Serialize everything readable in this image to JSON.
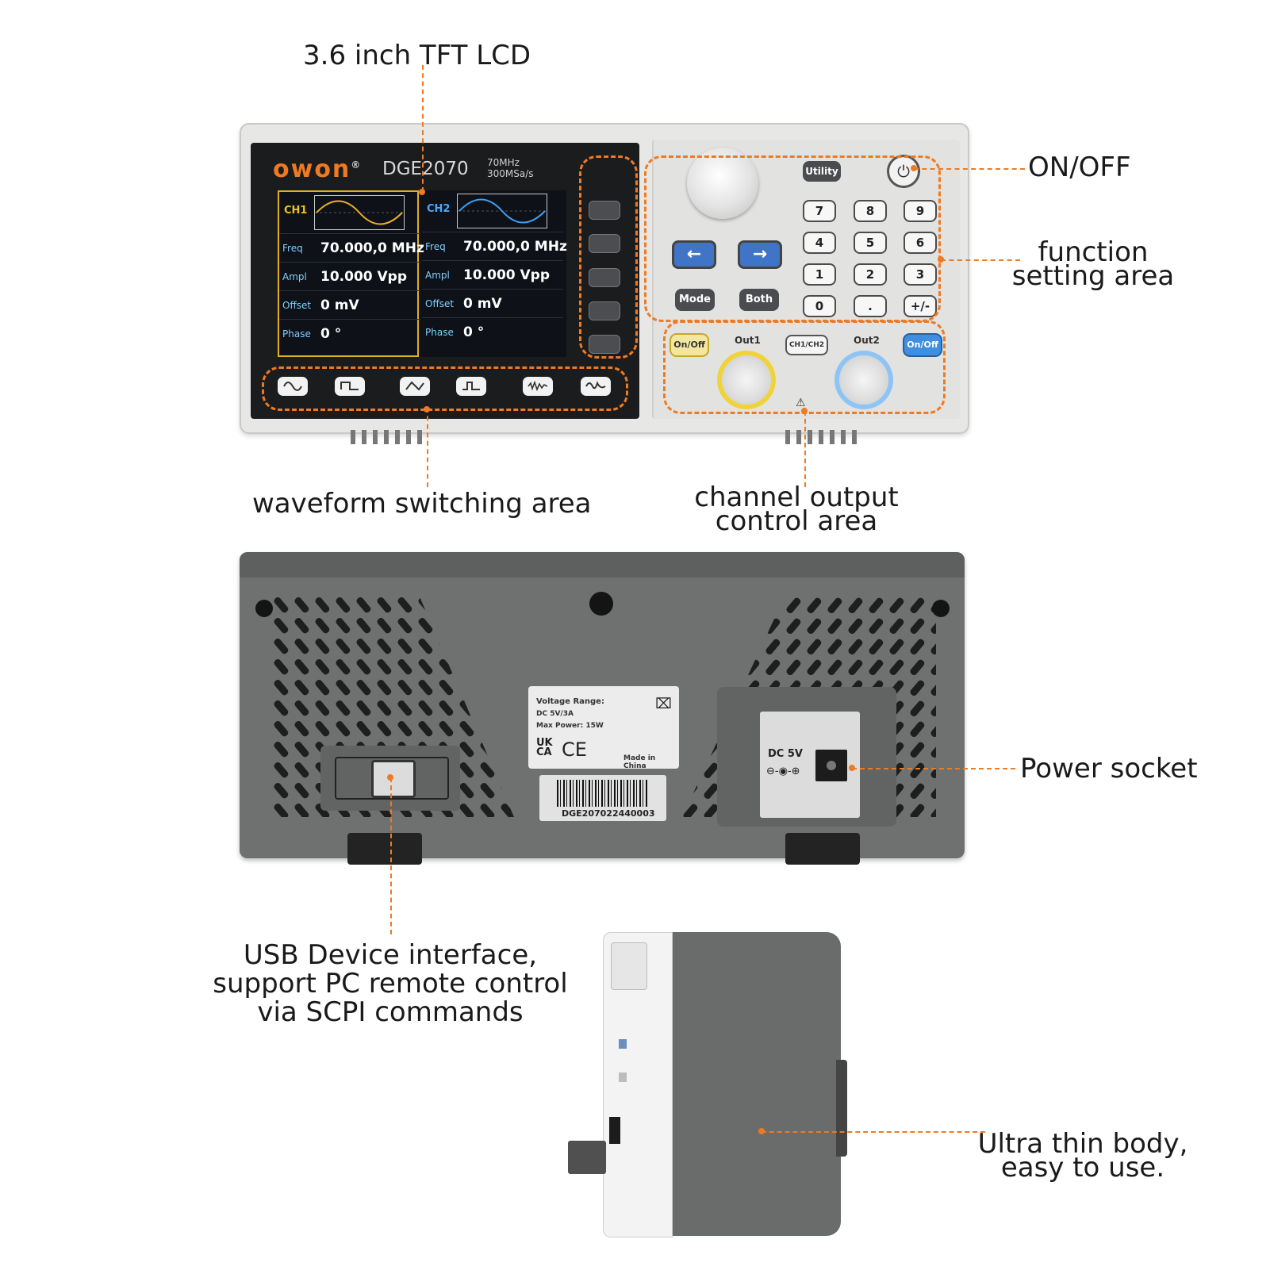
{
  "callouts": {
    "lcd": "3.6 inch TFT LCD",
    "onoff": "ON/OFF",
    "function_line1": "function",
    "function_line2": "setting area",
    "waveform": "waveform switching area",
    "channel_line1": "channel output",
    "channel_line2": "control area",
    "power_socket": "Power socket",
    "usb_line1": "USB Device interface,",
    "usb_line2": "support PC remote control",
    "usb_line3": "via SCPI commands",
    "thin_line1": "Ultra thin body,",
    "thin_line2": "easy to use."
  },
  "device": {
    "brand": "owon",
    "brand_mark": "®",
    "model": "DGE2070",
    "spec_line1": "70MHz",
    "spec_line2": "300MSa/s"
  },
  "screen": {
    "ch1": {
      "tag": "CH1",
      "freq_label": "Freq",
      "freq": "70.000,0 MHz",
      "ampl_label": "Ampl",
      "ampl": "10.000 Vpp",
      "offset_label": "Offset",
      "offset": "0 mV",
      "phase_label": "Phase",
      "phase": "0 °"
    },
    "ch2": {
      "tag": "CH2",
      "freq_label": "Freq",
      "freq": "70.000,0 MHz",
      "ampl_label": "Ampl",
      "ampl": "10.000 Vpp",
      "offset_label": "Offset",
      "offset": "0 mV",
      "phase_label": "Phase",
      "phase": "0 °"
    }
  },
  "waveform_buttons": [
    "sine-icon",
    "square-icon",
    "ramp-icon",
    "pulse-icon",
    "noise-icon",
    "arbitrary-icon"
  ],
  "controls": {
    "utility": "Utility",
    "mode": "Mode",
    "both": "Both",
    "left_arrow": "←",
    "right_arrow": "→",
    "power_icon": "⏻",
    "keypad": [
      "7",
      "8",
      "9",
      "4",
      "5",
      "6",
      "1",
      "2",
      "3",
      "0",
      ".",
      "+/-"
    ],
    "out1_onoff": "On/Off",
    "out2_onoff": "On/Off",
    "out1": "Out1",
    "out2": "Out2",
    "ch_switch": "CH1/CH2"
  },
  "rear": {
    "label_line1": "Voltage Range:",
    "label_line2": "DC 5V/3A",
    "label_line3": "Max Power: 15W",
    "cert_ukca_1": "UK",
    "cert_ukca_2": "CA",
    "cert_ce": "CE",
    "made_in": "Made in China",
    "serial": "DGE207022440003",
    "dc_label": "DC 5V"
  },
  "colors": {
    "accent_orange": "#ee7a22",
    "ch1_yellow": "#f0d33a",
    "ch2_blue": "#3f8ee0",
    "arrow_key_blue": "#3f74c6"
  }
}
